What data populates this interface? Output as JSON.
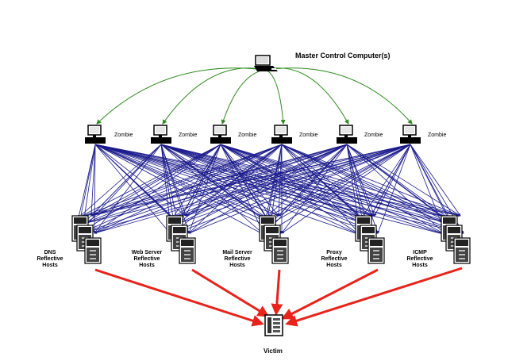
{
  "master": {
    "label": "Master Control Computer(s)",
    "icon": "laptop-icon"
  },
  "zombies": [
    {
      "label": "Zombie"
    },
    {
      "label": "Zombie"
    },
    {
      "label": "Zombie"
    },
    {
      "label": "Zombie"
    },
    {
      "label": "Zombie"
    },
    {
      "label": "Zombie"
    }
  ],
  "reflectors": [
    {
      "line1": "DNS",
      "line2": "Reflective",
      "line3": "Hosts"
    },
    {
      "line1": "Web Server",
      "line2": "Reflective",
      "line3": "Hosts"
    },
    {
      "line1": "Mail Server",
      "line2": "Reflective",
      "line3": "Hosts"
    },
    {
      "line1": "Proxy",
      "line2": "Reflective",
      "line3": "Hosts"
    },
    {
      "line1": "ICMP",
      "line2": "Reflective",
      "line3": "Hosts"
    }
  ],
  "victim": {
    "label": "Victim",
    "icon": "server-icon"
  },
  "colors": {
    "control": "#2e8b1e",
    "zombie_to_host": "#1a1a8c",
    "attack": "#e8231a"
  }
}
